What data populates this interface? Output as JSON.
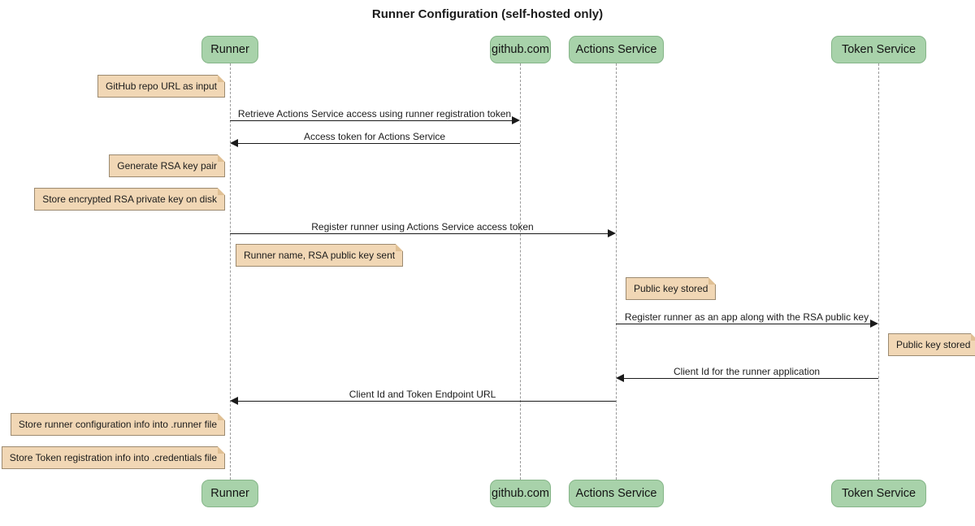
{
  "title": "Runner Configuration (self-hosted only)",
  "colors": {
    "background": "#ffffff",
    "participant_fill": "#a8d2aa",
    "participant_border": "#85b588",
    "note_fill": "#f1d7b5",
    "note_border": "#9c8a70",
    "note_fold": "#e0c094",
    "lifeline": "#999999",
    "message_line": "#1a1a1a",
    "text": "#1c1c1c"
  },
  "participants": [
    {
      "label": "Runner"
    },
    {
      "label": "github.com"
    },
    {
      "label": "Actions Service"
    },
    {
      "label": "Token Service"
    }
  ],
  "messages": [
    {
      "from": "Runner",
      "to": "github.com",
      "direction": "right",
      "text": "Retrieve Actions Service access using runner registration token"
    },
    {
      "from": "github.com",
      "to": "Runner",
      "direction": "left",
      "text": "Access token for Actions Service"
    },
    {
      "from": "Runner",
      "to": "Actions Service",
      "direction": "right",
      "text": "Register runner using Actions Service access token"
    },
    {
      "from": "Actions Service",
      "to": "Token Service",
      "direction": "right",
      "text": "Register runner as an app along with the RSA public key"
    },
    {
      "from": "Token Service",
      "to": "Actions Service",
      "direction": "left",
      "text": "Client Id for the runner application"
    },
    {
      "from": "Actions Service",
      "to": "Runner",
      "direction": "left",
      "text": "Client Id and Token Endpoint URL"
    }
  ],
  "notes": [
    {
      "anchor": "left of Runner",
      "text": "GitHub repo URL as input"
    },
    {
      "anchor": "left of Runner",
      "text": "Generate RSA key pair"
    },
    {
      "anchor": "left of Runner",
      "text": "Store encrypted RSA private key on disk"
    },
    {
      "anchor": "right of Runner",
      "text": "Runner name, RSA public key sent"
    },
    {
      "anchor": "right of Actions Service",
      "text": "Public key stored"
    },
    {
      "anchor": "right of Token Service",
      "text": "Public key stored"
    },
    {
      "anchor": "left of Runner",
      "text": "Store runner configuration info into .runner file"
    },
    {
      "anchor": "left of Runner",
      "text": "Store Token registration info into .credentials file"
    }
  ]
}
